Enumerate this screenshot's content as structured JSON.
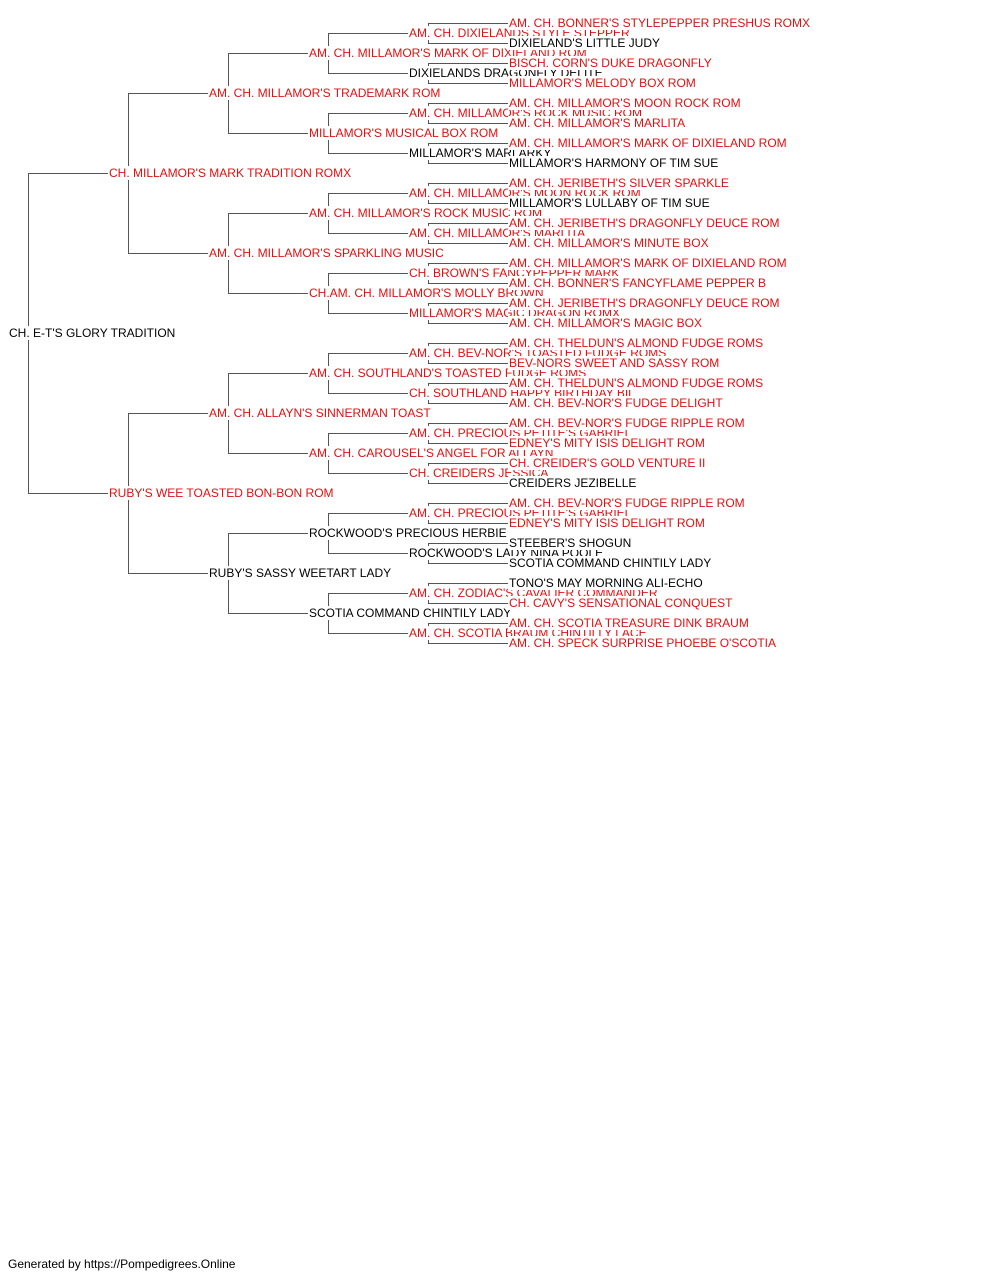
{
  "pedigree": {
    "name": "CH. E-T'S GLORY TRADITION",
    "champion": false,
    "sire": {
      "name": "CH. MILLAMOR'S MARK TRADITION ROMX",
      "champion": true,
      "sire": {
        "name": "AM. CH. MILLAMOR'S TRADEMARK ROM",
        "champion": true,
        "sire": {
          "name": "AM. CH. MILLAMOR'S MARK OF DIXIELAND ROM",
          "champion": true,
          "sire": {
            "name": "AM. CH. DIXIELANDS STYLE STEPPER",
            "champion": true,
            "sire": {
              "name": "AM. CH. BONNER'S STYLEPEPPER PRESHUS ROMX",
              "champion": true
            },
            "dam": {
              "name": "DIXIELAND'S LITTLE JUDY",
              "champion": false
            }
          },
          "dam": {
            "name": "DIXIELANDS DRAGONFLY DELITE",
            "champion": false,
            "sire": {
              "name": "BISCH. CORN'S DUKE DRAGONFLY",
              "champion": true
            },
            "dam": {
              "name": "MILLAMOR'S MELODY BOX ROM",
              "champion": true
            }
          }
        },
        "dam": {
          "name": "MILLAMOR'S MUSICAL BOX ROM",
          "champion": true,
          "sire": {
            "name": "AM. CH. MILLAMOR'S ROCK MUSIC ROM",
            "champion": true,
            "sire": {
              "name": "AM. CH. MILLAMOR'S MOON ROCK ROM",
              "champion": true
            },
            "dam": {
              "name": "AM. CH. MILLAMOR'S MARLITA",
              "champion": true
            }
          },
          "dam": {
            "name": "MILLAMOR'S MARLARKY",
            "champion": false,
            "sire": {
              "name": "AM. CH. MILLAMOR'S MARK OF DIXIELAND ROM",
              "champion": true
            },
            "dam": {
              "name": "MILLAMOR'S HARMONY OF TIM SUE",
              "champion": false
            }
          }
        }
      },
      "dam": {
        "name": "AM. CH. MILLAMOR'S SPARKLING MUSIC",
        "champion": true,
        "sire": {
          "name": "AM. CH. MILLAMOR'S ROCK MUSIC ROM",
          "champion": true,
          "sire": {
            "name": "AM. CH. MILLAMOR'S MOON ROCK ROM",
            "champion": true,
            "sire": {
              "name": "AM. CH. JERIBETH'S SILVER SPARKLE",
              "champion": true
            },
            "dam": {
              "name": "MILLAMOR'S LULLABY OF TIM SUE",
              "champion": false
            }
          },
          "dam": {
            "name": "AM. CH. MILLAMOR'S MARLITA",
            "champion": true,
            "sire": {
              "name": "AM. CH. JERIBETH'S DRAGONFLY DEUCE ROM",
              "champion": true
            },
            "dam": {
              "name": "AM. CH. MILLAMOR'S MINUTE BOX",
              "champion": true
            }
          }
        },
        "dam": {
          "name": "CH.AM. CH. MILLAMOR'S MOLLY BROWN",
          "champion": true,
          "sire": {
            "name": "CH. BROWN'S FANCYPEPPER MARK",
            "champion": true,
            "sire": {
              "name": "AM. CH. MILLAMOR'S MARK OF DIXIELAND ROM",
              "champion": true
            },
            "dam": {
              "name": "AM. CH. BONNER'S FANCYFLAME PEPPER B",
              "champion": true
            }
          },
          "dam": {
            "name": "MILLAMOR'S MAGIC DRAGON ROMX",
            "champion": true,
            "sire": {
              "name": "AM. CH. JERIBETH'S DRAGONFLY DEUCE ROM",
              "champion": true
            },
            "dam": {
              "name": "AM. CH. MILLAMOR'S MAGIC BOX",
              "champion": true
            }
          }
        }
      }
    },
    "dam": {
      "name": "RUBY'S WEE TOASTED BON-BON ROM",
      "champion": true,
      "sire": {
        "name": "AM. CH. ALLAYN'S SINNERMAN TOAST",
        "champion": true,
        "sire": {
          "name": "AM. CH. SOUTHLAND'S TOASTED FUDGE ROMS",
          "champion": true,
          "sire": {
            "name": "AM. CH. BEV-NOR'S TOASTED FUDGE ROMS",
            "champion": true,
            "sire": {
              "name": "AM. CH. THELDUN'S ALMOND FUDGE ROMS",
              "champion": true
            },
            "dam": {
              "name": "BEV-NORS SWEET AND SASSY ROM",
              "champion": true
            }
          },
          "dam": {
            "name": "CH. SOUTHLAND HAPPY BIRTHDAY BIL",
            "champion": true,
            "sire": {
              "name": "AM. CH. THELDUN'S ALMOND FUDGE ROMS",
              "champion": true
            },
            "dam": {
              "name": "AM. CH. BEV-NOR'S FUDGE DELIGHT",
              "champion": true
            }
          }
        },
        "dam": {
          "name": "AM. CH. CAROUSEL'S ANGEL FOR ALLAYN",
          "champion": true,
          "sire": {
            "name": "AM. CH. PRECIOUS PETITE'S GABRIEL",
            "champion": true,
            "sire": {
              "name": "AM. CH. BEV-NOR'S FUDGE RIPPLE ROM",
              "champion": true
            },
            "dam": {
              "name": "EDNEY'S MITY ISIS DELIGHT ROM",
              "champion": true
            }
          },
          "dam": {
            "name": "CH. CREIDERS JESSICA",
            "champion": true,
            "sire": {
              "name": "CH. CREIDER'S GOLD VENTURE II",
              "champion": true
            },
            "dam": {
              "name": "CREIDERS JEZIBELLE",
              "champion": false
            }
          }
        }
      },
      "dam": {
        "name": "RUBY'S SASSY WEETART LADY",
        "champion": false,
        "sire": {
          "name": "ROCKWOOD'S PRECIOUS HERBIE",
          "champion": false,
          "sire": {
            "name": "AM. CH. PRECIOUS PETITE'S GABRIEL",
            "champion": true,
            "sire": {
              "name": "AM. CH. BEV-NOR'S FUDGE RIPPLE ROM",
              "champion": true
            },
            "dam": {
              "name": "EDNEY'S MITY ISIS DELIGHT ROM",
              "champion": true
            }
          },
          "dam": {
            "name": "ROCKWOOD'S LADY NINA POOLE",
            "champion": false,
            "sire": {
              "name": "STEEBER'S SHOGUN",
              "champion": false
            },
            "dam": {
              "name": "SCOTIA COMMAND CHINTILY LADY",
              "champion": false
            }
          }
        },
        "dam": {
          "name": "SCOTIA COMMAND CHINTILY LADY",
          "champion": false,
          "sire": {
            "name": "AM. CH. ZODIAC'S CAVALIER COMMANDER",
            "champion": true,
            "sire": {
              "name": "TONO'S MAY MORNING ALI-ECHO",
              "champion": false
            },
            "dam": {
              "name": "CH. CAVY'S SENSATIONAL CONQUEST",
              "champion": true
            }
          },
          "dam": {
            "name": "AM. CH. SCOTIA BRAUM CHINTILLY LACE",
            "champion": true,
            "sire": {
              "name": "AM. CH. SCOTIA TREASURE DINK BRAUM",
              "champion": true
            },
            "dam": {
              "name": "AM. CH. SPECK SURPRISE PHOEBE O'SCOTIA",
              "champion": true
            }
          }
        }
      }
    }
  },
  "colors": {
    "champion": "#e01010",
    "regular": "#000000",
    "line": "#555555"
  },
  "footer": {
    "text": "Generated by https://Pompedigrees.Online"
  }
}
